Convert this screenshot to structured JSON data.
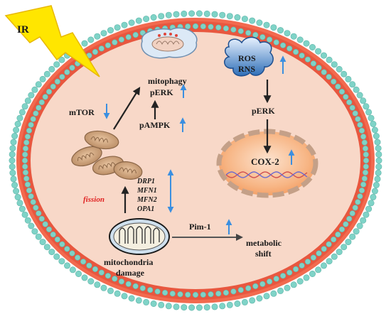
{
  "trigger": {
    "label": "IR"
  },
  "labels": {
    "mitophagy": "mitophagy",
    "perk_left": "pERK",
    "pampk": "pAMPK",
    "mtor": "mTOR",
    "fission": "fission",
    "genes": [
      "DRP1",
      "MFN1",
      "MFN2",
      "OPA1"
    ],
    "mito_damage_line1": "mitochondria",
    "mito_damage_line2": "damage",
    "pim1": "Pim-1",
    "metabolic_line1": "metabolic",
    "metabolic_line2": "shift",
    "ros": "ROS",
    "rns": "RNS",
    "perk_right": "pERK",
    "cox2": "COX-2"
  },
  "indicators": {
    "mtor": "down",
    "perk_left": "up",
    "pampk": "up",
    "genes": "up-down",
    "pim1": "up",
    "ros_rns": "up",
    "cox2": "up"
  },
  "colors": {
    "cell_fill": "#f8d8c8",
    "membrane_red": "#e8573f",
    "membrane_bead": "#7fd3c7",
    "nucleus_fill": "#f4a574",
    "nucleus_border": "#c99a7a",
    "arrow_dark": "#222222",
    "arrow_blue": "#3b8fe0",
    "lightning": "#ffe600",
    "fission_red": "#e02020",
    "ros_blue": "#2f6fb8"
  }
}
